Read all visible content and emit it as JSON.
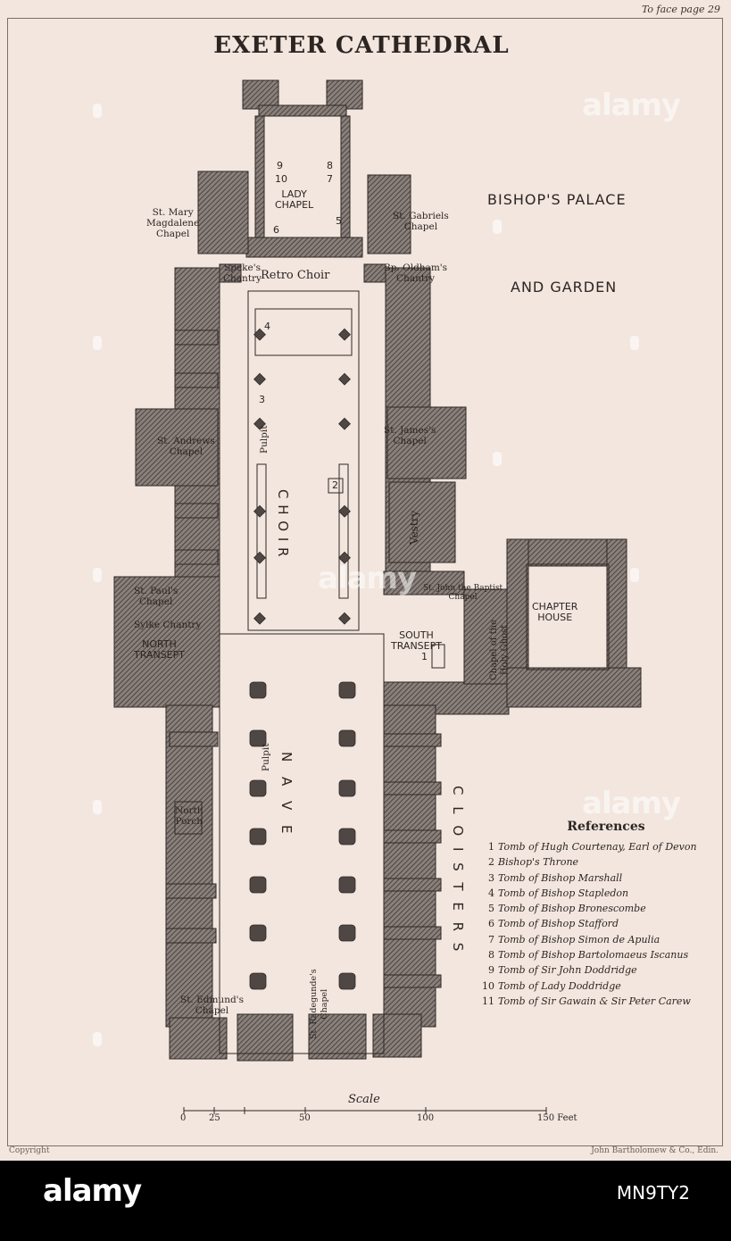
{
  "page_note": "To face page 29",
  "title": "EXETER CATHEDRAL",
  "areas": {
    "palace_line1": "BISHOP'S PALACE",
    "palace_line2": "AND GARDEN"
  },
  "labels": {
    "lady_chapel": "LADY\nCHAPEL",
    "magdalene": "St. Mary\nMagdalene\nChapel",
    "gabriels": "St. Gabriels\nChapel",
    "speke": "Speke's\nChantry",
    "oldham": "Bp. Oldham's\nChantry",
    "retro_choir": "Retro Choir",
    "andrews": "St. Andrews\nChapel",
    "james": "St. James's\nChapel",
    "pulpit_choir": "Pulpit",
    "choir": "C H O I R",
    "vestry": "Vestry",
    "pauls": "St. Paul's\nChapel",
    "sylke": "Sylke Chantry",
    "north_transept": "NORTH\nTRANSEPT",
    "john_baptist": "St. John the Baptist\nChapel",
    "holy_ghost": "Chapel of the\nHoly Ghost",
    "chapter_house": "CHAPTER\nHOUSE",
    "south_transept": "SOUTH\nTRANSEPT",
    "pulpit_nave": "Pulpit",
    "nave": "N A V E",
    "cloisters": "C L O I S T E R S",
    "north_porch": "North\nPorch",
    "edmunds": "St. Edmund's\nChapel",
    "radegunde": "St. Radegunde's\nChapel"
  },
  "numbers": {
    "n1": "1",
    "n2": "2",
    "n3": "3",
    "n4": "4",
    "n5": "5",
    "n6": "6",
    "n7": "7",
    "n8": "8",
    "n9": "9",
    "n10": "10"
  },
  "references": {
    "title": "References",
    "items": [
      {
        "num": "1",
        "text": "Tomb of Hugh Courtenay, Earl of Devon"
      },
      {
        "num": "2",
        "text": "Bishop's Throne"
      },
      {
        "num": "3",
        "text": "Tomb of Bishop Marshall"
      },
      {
        "num": "4",
        "text": "Tomb of Bishop Stapledon"
      },
      {
        "num": "5",
        "text": "Tomb of Bishop Bronescombe"
      },
      {
        "num": "6",
        "text": "Tomb of Bishop Stafford"
      },
      {
        "num": "7",
        "text": "Tomb of Bishop Simon de Apulia"
      },
      {
        "num": "8",
        "text": "Tomb of Bishop Bartolomaeus Iscanus"
      },
      {
        "num": "9",
        "text": "Tomb of Sir John Doddridge"
      },
      {
        "num": "10",
        "text": "Tomb of Lady Doddridge"
      },
      {
        "num": "11",
        "text": "Tomb of Sir Gawain & Sir Peter Carew"
      }
    ]
  },
  "scale": {
    "caption": "Scale",
    "ticks": [
      "0",
      "25",
      "50",
      "100",
      "150 Feet"
    ]
  },
  "footer": {
    "left": "Copyright",
    "right": "John Bartholomew & Co., Edin."
  },
  "stock": {
    "brand": "alamy",
    "code": "MN9TY2"
  },
  "colors": {
    "paper": "#f2e6de",
    "ink": "#2c2523",
    "wall_fill": "#6f6662"
  }
}
